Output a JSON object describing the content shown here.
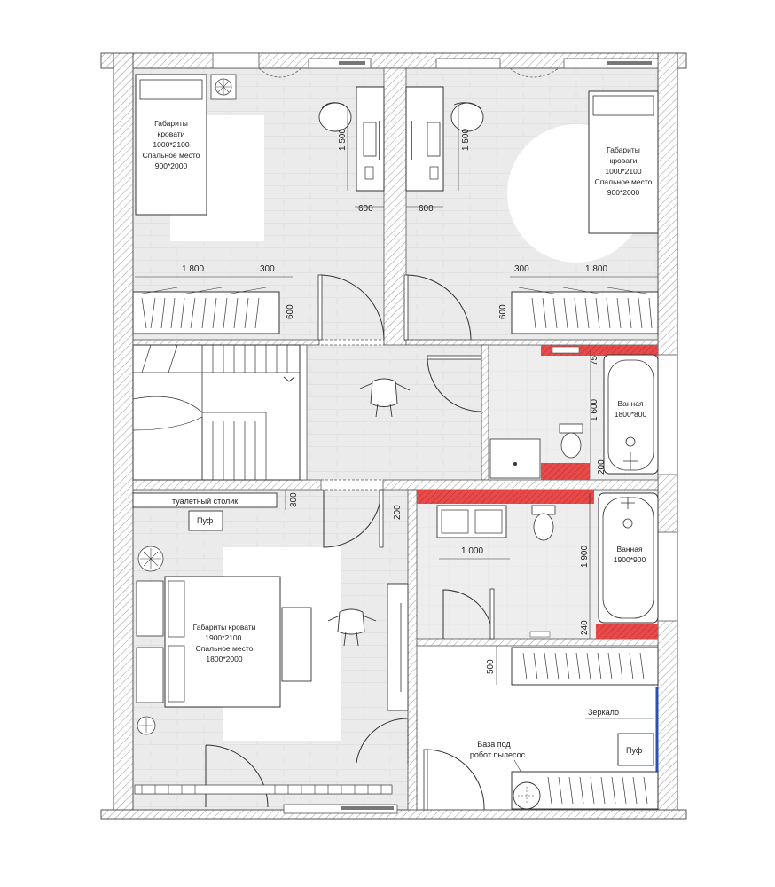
{
  "bedroom_left": {
    "bed_l1": "Габариты",
    "bed_l2": "кровати",
    "bed_l3": "1000*2100",
    "bed_l4": "Спальное место",
    "bed_l5": "900*2000",
    "dim_1500": "1 500",
    "dim_600": "600",
    "dim_1800": "1 800",
    "dim_300": "300",
    "dim_600_v": "600"
  },
  "bedroom_right": {
    "bed_l1": "Габариты",
    "bed_l2": "кровати",
    "bed_l3": "1000*2100",
    "bed_l4": "Спальное место",
    "bed_l5": "900*2000",
    "dim_1500": "1 500",
    "dim_600": "600",
    "dim_1800": "1 800",
    "dim_300": "300",
    "dim_600_v": "600"
  },
  "bathroom_top": {
    "tub_l1": "Ванная",
    "tub_l2": "1800*800",
    "dim_75": "75",
    "dim_1600": "1 600",
    "dim_200": "200"
  },
  "bathroom_bottom": {
    "tub_l1": "Ванная",
    "tub_l2": "1900*900",
    "dim_1000": "1 000",
    "dim_1900": "1 900",
    "dim_240": "240"
  },
  "master_bedroom": {
    "dresser_label": "туалетный столик",
    "dim_300": "300",
    "pouf": "Пуф",
    "dim_200": "200",
    "bed_l1": "Габариты кровати",
    "bed_l2": "1900*2100.",
    "bed_l3": "Спальное место",
    "bed_l4": "1800*2000"
  },
  "dressing_room": {
    "dim_500": "500",
    "mirror": "Зеркало",
    "pouf": "Пуф",
    "robot_l1": "База под",
    "robot_l2": "робот пылесос"
  },
  "colors": {
    "floor": "#ebebeb",
    "wall_hatch": "#9a9a9a",
    "accent_red": "#e84a4a",
    "window_bar": "#777777",
    "mirror_blue": "#2b4fb5"
  }
}
